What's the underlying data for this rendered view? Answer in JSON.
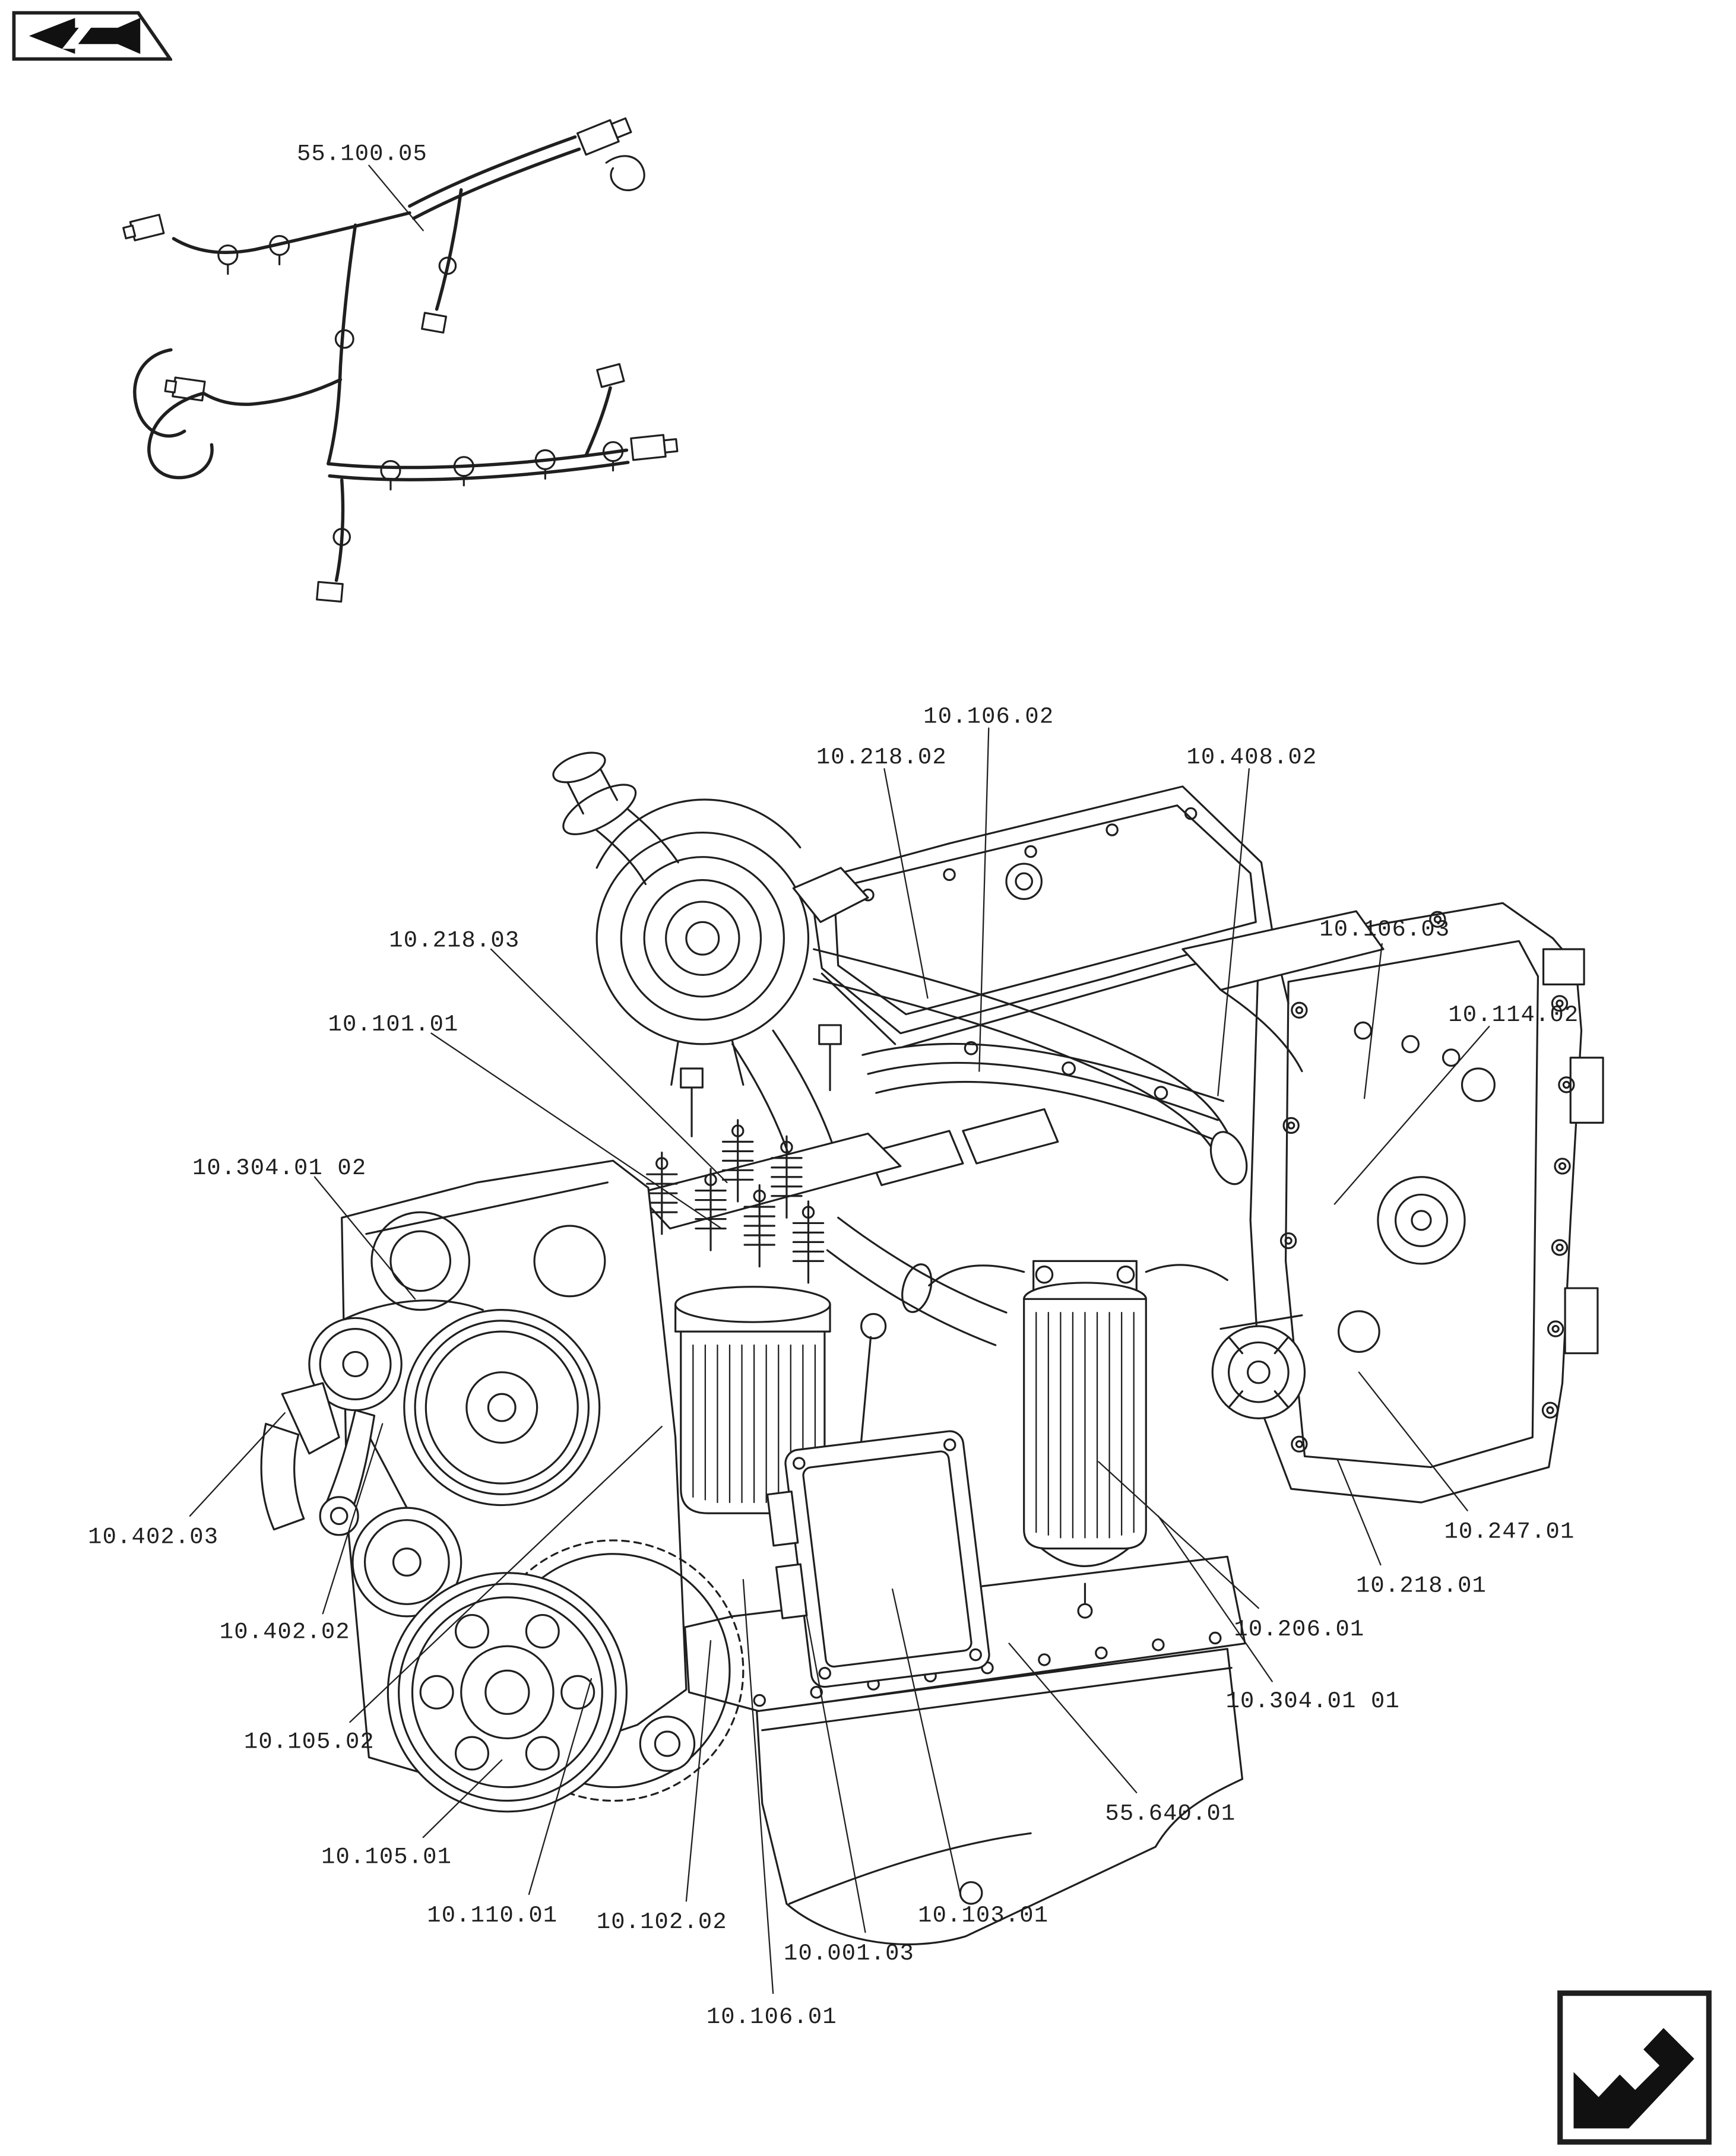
{
  "page": {
    "background": "#ffffff",
    "line_color": "#1f1f1f",
    "content": "engine-assembly-parts-diagram"
  },
  "figures": {
    "top_left": "wiring-harness-line-art",
    "center": "six-cylinder-engine-line-art"
  },
  "icons": {
    "prev": "return-arrow-icon",
    "next": "next-page-arrow-icon"
  },
  "callouts": [
    {
      "label": "55.100.05"
    },
    {
      "label": "10.106.02"
    },
    {
      "label": "10.218.02"
    },
    {
      "label": "10.408.02"
    },
    {
      "label": "10.106.03"
    },
    {
      "label": "10.114.02"
    },
    {
      "label": "10.218.03"
    },
    {
      "label": "10.101.01"
    },
    {
      "label": "10.304.01 02"
    },
    {
      "label": "10.402.03"
    },
    {
      "label": "10.402.02"
    },
    {
      "label": "10.105.02"
    },
    {
      "label": "10.105.01"
    },
    {
      "label": "10.110.01"
    },
    {
      "label": "10.102.02"
    },
    {
      "label": "10.001.03"
    },
    {
      "label": "10.106.01"
    },
    {
      "label": "10.103.01"
    },
    {
      "label": "55.640.01"
    },
    {
      "label": "10.304.01 01"
    },
    {
      "label": "10.206.01"
    },
    {
      "label": "10.218.01"
    },
    {
      "label": "10.247.01"
    }
  ]
}
